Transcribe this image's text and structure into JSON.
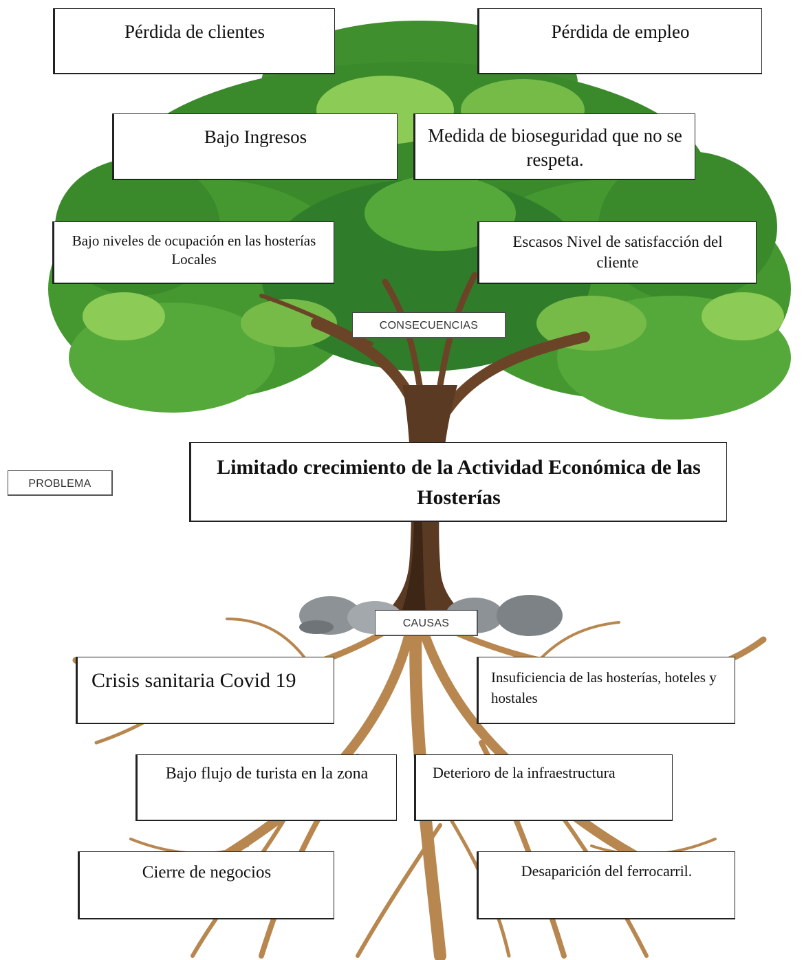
{
  "colors": {
    "leaf_dark": "#2f7d2a",
    "leaf_mid": "#55a83a",
    "leaf_light": "#8ccb55",
    "trunk": "#6b4427",
    "trunk_dark": "#3e2616",
    "root": "#b8874f",
    "stone": "#8d9296"
  },
  "labels": {
    "consecuencias": "CONSECUENCIAS",
    "problema": "PROBLEMA",
    "causas": "CAUSAS"
  },
  "consequences": [
    {
      "text": "Pérdida de clientes"
    },
    {
      "text": "Pérdida de empleo"
    },
    {
      "text": "Bajo Ingresos"
    },
    {
      "text": "Medida de bioseguridad que no se respeta."
    },
    {
      "text": "Bajo niveles de ocupación en las hosterías  Locales"
    },
    {
      "text": "Escasos Nivel de satisfacción del cliente"
    }
  ],
  "problem": {
    "text": "Limitado crecimiento  de la Actividad Económica  de las Hosterías"
  },
  "causes": [
    {
      "text": "Crisis sanitaria  Covid 19"
    },
    {
      "text": "Insuficiencia  de las hosterías, hoteles y hostales"
    },
    {
      "text": "Bajo flujo de turista en la zona"
    },
    {
      "text": "Deterioro de la infraestructura"
    },
    {
      "text": "Cierre de negocios"
    },
    {
      "text": "Desaparición del ferrocarril."
    }
  ]
}
